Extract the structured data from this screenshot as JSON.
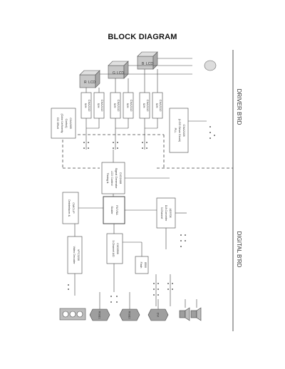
{
  "title": "BLOCK DIAGRAM",
  "board_labels": {
    "driver": "DRIVER B'RD",
    "digital": "DIGITAL B'RD"
  },
  "lcd_blocks": [
    {
      "color": "R",
      "label": "LCD"
    },
    {
      "color": "G",
      "label": "LCD"
    },
    {
      "color": "B",
      "label": "LCD"
    }
  ],
  "sh_blocks": [
    {
      "l1": "S/H",
      "l2": "CXA2112"
    },
    {
      "l1": "S/H",
      "l2": "CXA2112"
    },
    {
      "l1": "S/H",
      "l2": "CXA2112"
    },
    {
      "l1": "S/H",
      "l2": "CXA2112"
    },
    {
      "l1": "S/H",
      "l2": "CXA2112"
    },
    {
      "l1": "S/H",
      "l2": "CXA2112"
    }
  ],
  "blocks": {
    "dc_offset": {
      "l1": "DC Offset",
      "l2": "(Color Uniformity",
      "l3": "Control)",
      "l4": "CXA2005"
    },
    "pll": {
      "l1": "PLL",
      "l2": "(LCD Drive Clock)",
      "l3": "CXA2108"
    },
    "timing": {
      "l1": "Timing &",
      "l2": "LCD Control",
      "l3": "Signal Generator",
      "l4": "CXD2468"
    },
    "deinterlacer": {
      "l1": "Deinterlacer &",
      "l2": "CM/CLIP"
    },
    "scaler": {
      "l1": "Scaler",
      "l2": "FA7/SA"
    },
    "ad_converter": {
      "l1": "3-Channel A/D",
      "l2": "CXD3506"
    },
    "da_converter": {
      "l1": "3-Channel",
      "l2": "D/A Converter",
      "l3": "AD9708"
    },
    "video_decoder": {
      "l1": "Video Decoder",
      "l2": "VPC3230"
    },
    "flash": {
      "l1": "Flash",
      "l2": "8500"
    }
  },
  "inputs": [
    {
      "label": "RGB1"
    },
    {
      "label": "RGB2"
    },
    {
      "label": "DVI"
    }
  ]
}
